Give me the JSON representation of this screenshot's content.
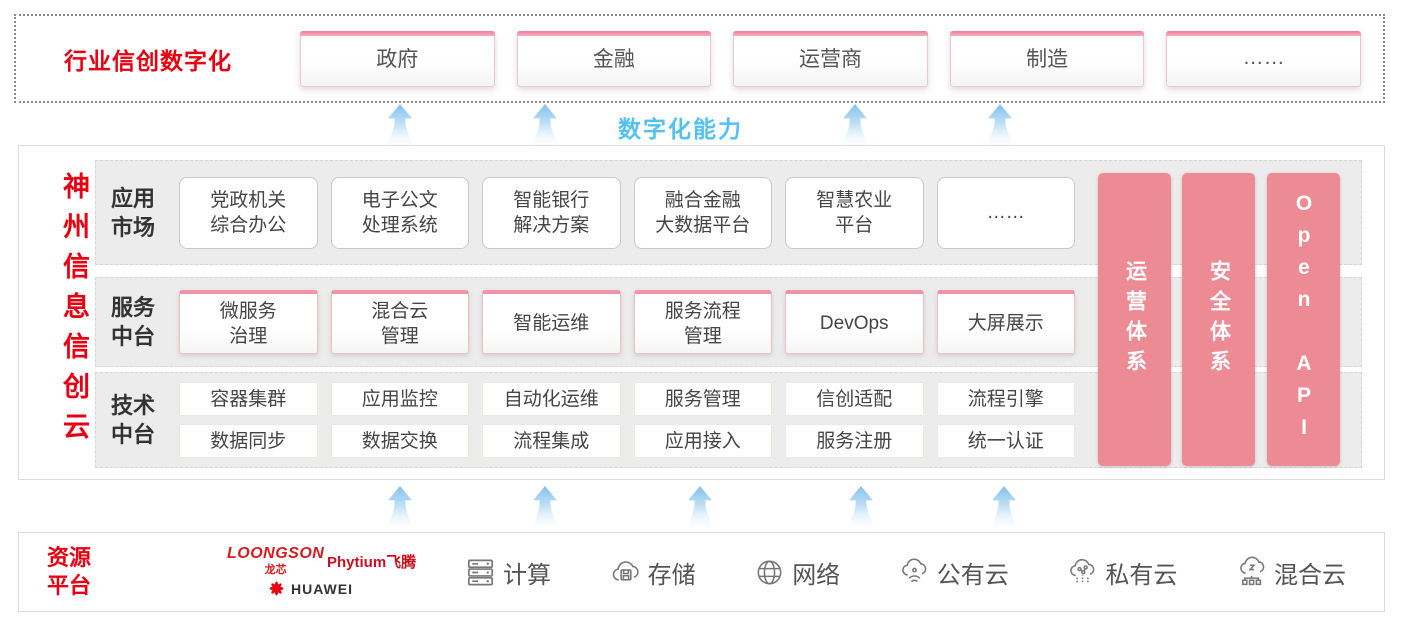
{
  "colors": {
    "brand_red": "#e60012",
    "bar_pink": "#ed8b94",
    "accent_blue": "#55c1f0",
    "box_top_pink": "#ef93a6"
  },
  "top_banner": {
    "title": "行业信创数字化",
    "industries": [
      "政府",
      "金融",
      "运营商",
      "制造",
      "……"
    ]
  },
  "capability": {
    "label": "数字化能力"
  },
  "platform": {
    "title": "神州信息信创云",
    "app_row": {
      "label": "应用\n市场",
      "items": [
        "党政机关\n综合办公",
        "电子公文\n处理系统",
        "智能银行\n解决方案",
        "融合金融\n大数据平台",
        "智慧农业\n平台",
        "……"
      ]
    },
    "service_row": {
      "label": "服务\n中台",
      "items": [
        "微服务\n治理",
        "混合云\n管理",
        "智能运维",
        "服务流程\n管理",
        "DevOps",
        "大屏展示"
      ]
    },
    "tech_row": {
      "label": "技术\n中台",
      "items_top": [
        "容器集群",
        "应用监控",
        "自动化运维",
        "服务管理",
        "信创适配",
        "流程引擎"
      ],
      "items_bottom": [
        "数据同步",
        "数据交换",
        "流程集成",
        "应用接入",
        "服务注册",
        "统一认证"
      ]
    },
    "side_bars": [
      "运营体系",
      "安全体系",
      "Open API"
    ]
  },
  "resources": {
    "label": "资源\n平台",
    "logos": {
      "loongson_en": "LOONGSON",
      "loongson_cn": "龙芯",
      "phytium": "Phytium飞腾",
      "huawei": "HUAWEI"
    },
    "items": [
      {
        "icon": "compute-icon",
        "label": "计算"
      },
      {
        "icon": "storage-icon",
        "label": "存储"
      },
      {
        "icon": "network-icon",
        "label": "网络"
      },
      {
        "icon": "public-cloud-icon",
        "label": "公有云"
      },
      {
        "icon": "private-cloud-icon",
        "label": "私有云"
      },
      {
        "icon": "hybrid-cloud-icon",
        "label": "混合云"
      }
    ]
  }
}
